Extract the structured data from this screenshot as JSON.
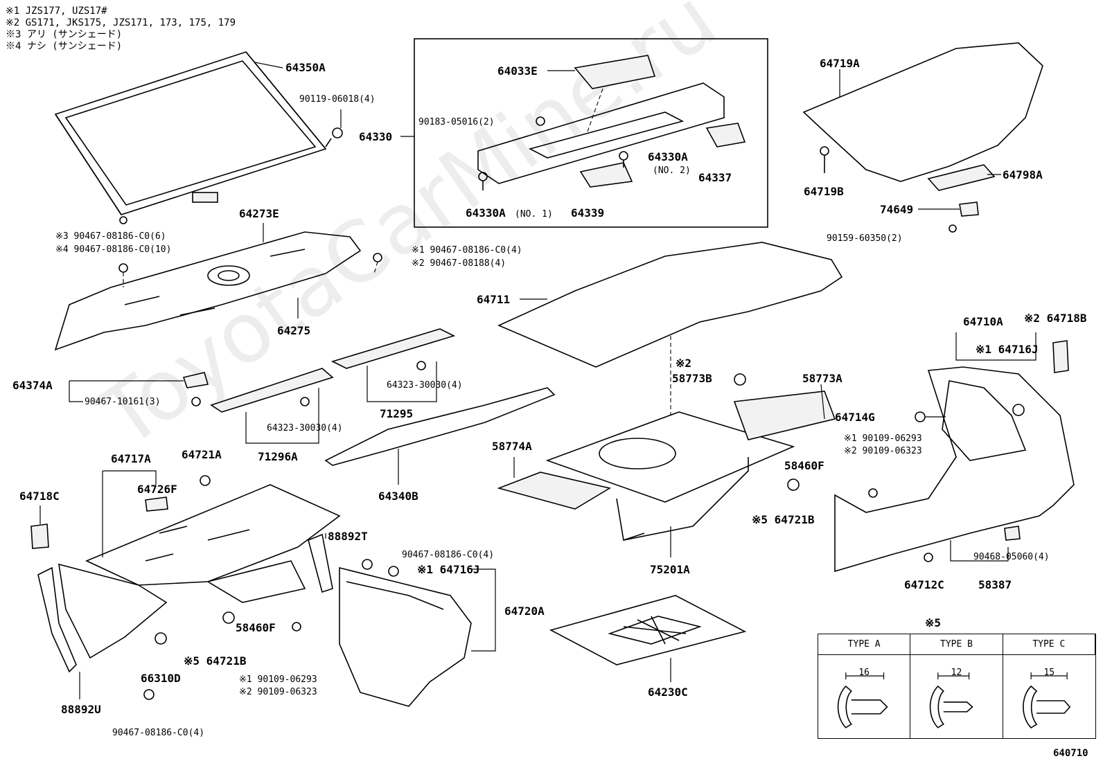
{
  "notes": [
    "※1  JZS177, UZS17#",
    "※2  GS171, JKS175, JZS171, 173, 175, 179",
    "※3  アリ (サンシェード)",
    "※4  ナシ (サンシェード)"
  ],
  "watermark": "ToyotaCarMine.ru",
  "labels": {
    "l64350A": "64350A",
    "l90119": "90119-06018(4)",
    "l64273E": "64273E",
    "l3_90467": "※3 90467-08186-C0(6)",
    "l4_90467": "※4 90467-08186-C0(10)",
    "l1_90467": "※1 90467-08186-C0(4)",
    "l2_90467": "※2 90467-08188(4)",
    "l64275": "64275",
    "l64033E": "64033E",
    "l90183": "90183-05016(2)",
    "l64330": "64330",
    "l64330A2": "64330A",
    "l64330A2n": "(NO. 2)",
    "l64337": "64337",
    "l64330A1": "64330A",
    "l64330A1n": "(NO. 1)",
    "l64339": "64339",
    "l64719A": "64719A",
    "l64719B": "64719B",
    "l64798A": "64798A",
    "l74649": "74649",
    "l90159": "90159-60350(2)",
    "l64711": "64711",
    "l64374A": "64374A",
    "l90467_10161": "90467-10161(3)",
    "l64323a": "64323-30030(4)",
    "l71295": "71295",
    "l64323b": "64323-30030(4)",
    "l71296A": "71296A",
    "l64340B": "64340B",
    "l2_58773B": "※2",
    "l58773B": "58773B",
    "l58773A": "58773A",
    "l64710A": "64710A",
    "l2_64718B": "※2 64718B",
    "l1_64716J_r": "※1 64716J",
    "l64714G": "64714G",
    "l1_90109_r": "※1 90109-06293",
    "l2_90109_r": "※2 90109-06323",
    "l58460F_r": "58460F",
    "l5_64721B_r": "※5 64721B",
    "l58774A": "58774A",
    "l75201A": "75201A",
    "l64717A": "64717A",
    "l64721A": "64721A",
    "l64726F": "64726F",
    "l64718C": "64718C",
    "l88892T": "88892T",
    "l90467_c0_a": "90467-08186-C0(4)",
    "l1_64716J_l": "※1 64716J",
    "l64720A": "64720A",
    "l58460F_l": "58460F",
    "l5_64721B_l": "※5 64721B",
    "l66310D": "66310D",
    "l1_90109_l": "※1 90109-06293",
    "l2_90109_l": "※2 90109-06323",
    "l88892U": "88892U",
    "l90467_c0_b": "90467-08186-C0(4)",
    "l64230C": "64230C",
    "l90468": "90468-05060(4)",
    "l64712C": "64712C",
    "l58387": "58387"
  },
  "type_table": {
    "title": "※5",
    "headers": [
      "TYPE A",
      "TYPE B",
      "TYPE C"
    ],
    "dims": [
      "16",
      "12",
      "15"
    ]
  },
  "diagram_code": "640710"
}
